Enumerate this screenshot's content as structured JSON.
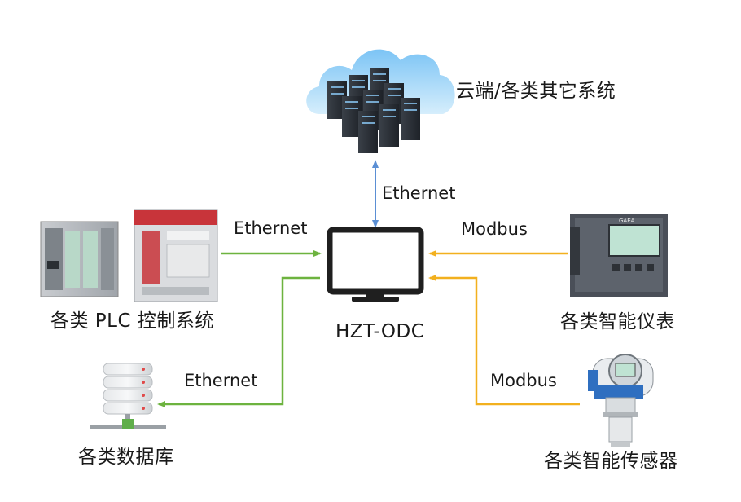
{
  "nodes": {
    "cloud": {
      "label": "云端/各类其它系统"
    },
    "plc": {
      "label": "各类 PLC 控制系统"
    },
    "gateway": {
      "label": "HZT-ODC"
    },
    "meter": {
      "label": "各类智能仪表",
      "brand": "GAEA"
    },
    "database": {
      "label": "各类数据库"
    },
    "sensor": {
      "label": "各类智能传感器"
    }
  },
  "edges": {
    "cloud_link": {
      "label": "Ethernet"
    },
    "plc_link": {
      "label": "Ethernet"
    },
    "db_link": {
      "label": "Ethernet"
    },
    "meter_link": {
      "label": "Modbus"
    },
    "sensor_link": {
      "label": "Modbus"
    }
  },
  "colors": {
    "ethernet_blue": "#5b8fd4",
    "ethernet_green": "#6db33f",
    "modbus_yellow": "#f2b01e"
  }
}
